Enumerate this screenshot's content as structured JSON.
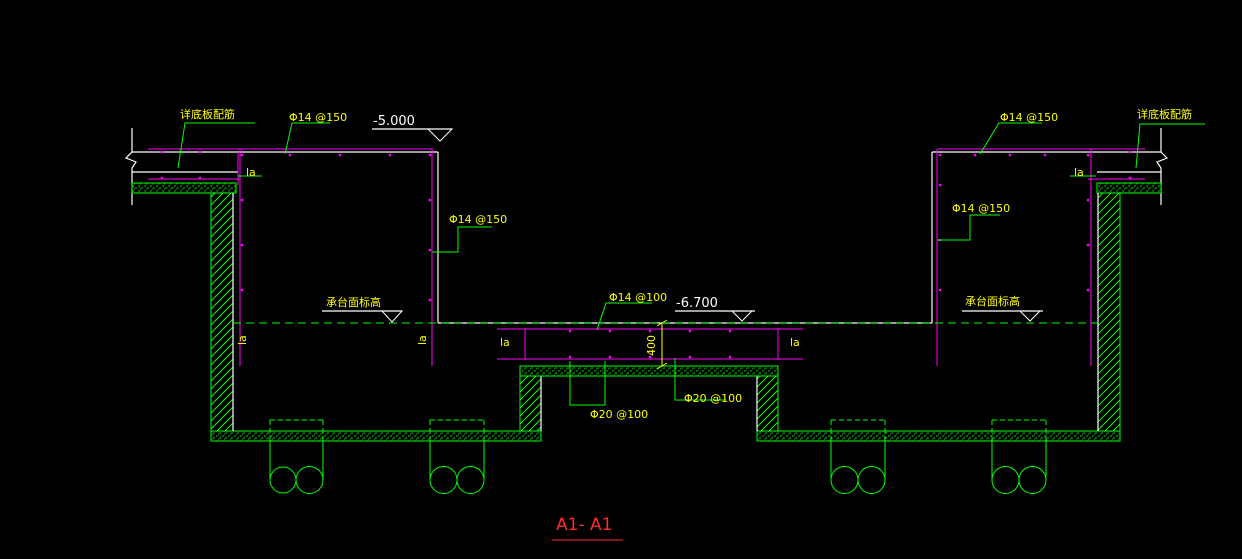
{
  "drawing": {
    "section_title": "A1- A1",
    "labels": {
      "slab_top_left": "详底板配筋",
      "slab_top_right": "详底板配筋",
      "cap_top_left": "承台面标高",
      "cap_top_right": "承台面标高"
    },
    "elevations": {
      "top_left": "-5.000",
      "center": "-6.700"
    },
    "rebar": {
      "top_left": "Φ14 @150",
      "wall_left": "Φ14 @150",
      "top_right": "Φ14 @150",
      "wall_right": "Φ14 @150",
      "center_top": "Φ14 @100",
      "center_bottom_left": "Φ20 @100",
      "center_bottom_right": "Φ20 @100"
    },
    "anchorage": {
      "la_1": "la",
      "la_2": "la",
      "la_3": "la",
      "la_4": "la",
      "la_5": "la",
      "la_6": "la"
    },
    "dimension": "400",
    "colors": {
      "background": "#000000",
      "concrete": "#00ff00",
      "rebar": "#ff00ff",
      "text": "#ffff00",
      "title": "#ff2a2a",
      "outline": "#ffffff"
    }
  }
}
